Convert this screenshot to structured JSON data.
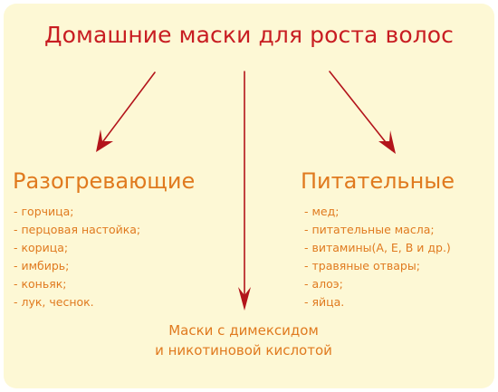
{
  "title": "Домашние маски для роста волос",
  "left_column": {
    "heading": "Разогревающие",
    "items": [
      "- горчица;",
      "- перцовая настойка;",
      "- корица;",
      "- имбирь;",
      "- коньяк;",
      "- лук, чеснок."
    ]
  },
  "right_column": {
    "heading": "Питательные",
    "items": [
      "- мед;",
      "- питательные масла;",
      "- витамины(А, Е, В и др.)",
      "- травяные отвары;",
      "- алоэ;",
      "- яйца."
    ]
  },
  "bottom": {
    "line1": "Маски с димексидом",
    "line2": "и никотиновой кислотой"
  },
  "colors": {
    "background": "#fdf8d5",
    "title": "#c81d22",
    "accent": "#e07a1f",
    "arrow": "#b3141b"
  }
}
